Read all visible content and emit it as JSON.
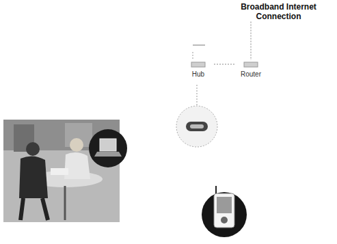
{
  "diagram": {
    "nodes": [
      {
        "text": [
          "Broadband Internet Connection"
        ]
      },
      {
        "text": [
          "Hub"
        ]
      },
      {
        "text": [
          "Router"
        ]
      }
    ],
    "edges": [
      {
        "from": 0,
        "to": 2,
        "arrow": "none"
      },
      {
        "from": 2,
        "to": 1,
        "arrow": "none"
      }
    ]
  }
}
